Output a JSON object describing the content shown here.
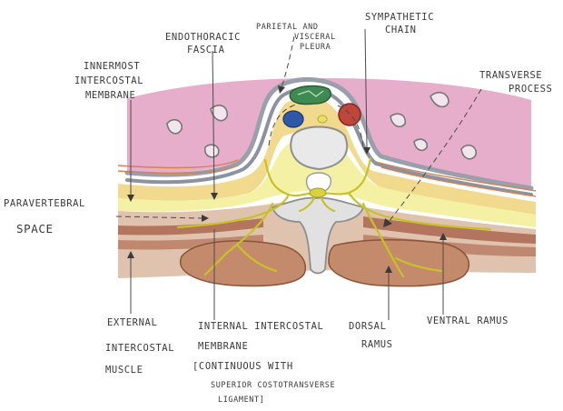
{
  "labels": {
    "endothoracic_1": "ENDOTHORACIC",
    "endothoracic_2": "FASCIA",
    "pleura_1": "PARIETAL AND",
    "pleura_2": "VISCERAL",
    "pleura_3": "PLEURA",
    "sympathetic_1": "SYMPATHETIC",
    "sympathetic_2": "CHAIN",
    "innermost_1": "INNERMOST",
    "innermost_2": "INTERCOSTAL",
    "innermost_3": "MEMBRANE",
    "transverse_1": "TRANSVERSE",
    "transverse_2": "PROCESS",
    "paravertebral_1": "PARAVERTEBRAL",
    "paravertebral_2": "SPACE",
    "external_1": "EXTERNAL",
    "external_2": "INTERCOSTAL",
    "external_3": "MUSCLE",
    "internal_1": "INTERNAL INTERCOSTAL",
    "internal_2": "MEMBRANE",
    "internal_3": "[CONTINUOUS WITH",
    "internal_4": "SUPERIOR COSTOTRANSVERSE",
    "internal_5": "LIGAMENT]",
    "dorsal_1": "DORSAL",
    "dorsal_2": "RAMUS",
    "ventral_1": "VENTRAL RAMUS"
  },
  "colors": {
    "lung_pink": "#e3a0c2",
    "fat_band": "#efd27a",
    "fascia_yellow": "#f3ef9a",
    "muscle_brown": "#b5745a",
    "muscle_light": "#d7b49a",
    "vertebra": "#dcdcdc",
    "nerve": "#c7c227",
    "aorta_green": "#3f8a52",
    "vein_blue": "#2f58a8",
    "esophagus_red": "#c0453a"
  }
}
